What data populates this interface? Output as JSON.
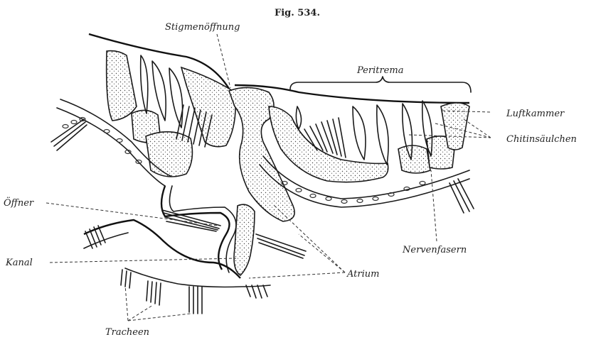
{
  "figure": {
    "title": "Fig. 534."
  },
  "labels": {
    "stigmenoffnung": "Stigmenöffnung",
    "peritrema": "Peritrema",
    "luftkammer": "Luftkammer",
    "chitinsaulchen": "Chitinsäulchen",
    "offner": "Öffner",
    "kanal": "Kanal",
    "atrium": "Atrium",
    "nervenfasern": "Nervenfasern",
    "tracheen": "Tracheen"
  }
}
